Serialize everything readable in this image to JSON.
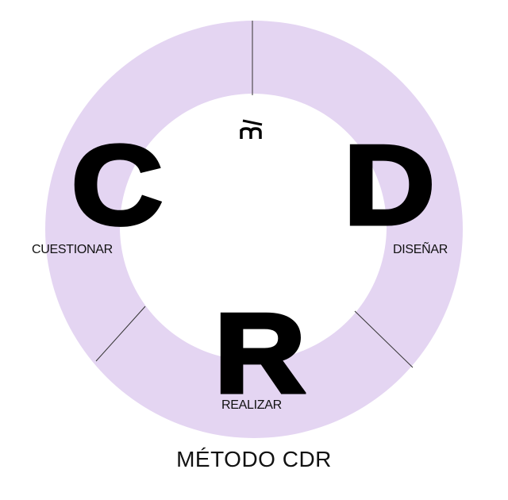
{
  "diagram": {
    "title": "MÉTODO CDR",
    "logo_text": "m",
    "ring_color": "#e4d5f2",
    "stages": [
      {
        "letter": "C",
        "label": "CUESTIONAR"
      },
      {
        "letter": "D",
        "label": "DISEÑAR"
      },
      {
        "letter": "R",
        "label": "REALIZAR"
      }
    ]
  }
}
